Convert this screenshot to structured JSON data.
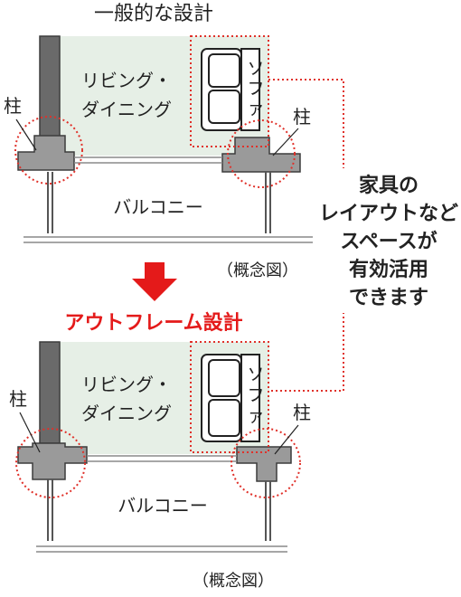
{
  "top": {
    "title": "一般的な設計",
    "room_line1": "リビング・",
    "room_line2": "ダイニング",
    "sofa_char1": "ソ",
    "sofa_char2": "フ",
    "sofa_char3": "ァ",
    "pillar_left": "柱",
    "pillar_right": "柱",
    "balcony": "バルコニー",
    "caption": "（概念図）"
  },
  "bottom": {
    "title": "アウトフレーム設計",
    "room_line1": "リビング・",
    "room_line2": "ダイニング",
    "sofa_char1": "ソ",
    "sofa_char2": "フ",
    "sofa_char3": "ァ",
    "pillar_left": "柱",
    "pillar_right": "柱",
    "balcony": "バルコニー",
    "caption": "（概念図）"
  },
  "callout": {
    "line1": "家具の",
    "line2": "レイアウトなど",
    "line3": "スペースが",
    "line4": "有効活用",
    "line5": "できます"
  },
  "colors": {
    "room_fill": "#e6efe6",
    "wall_dark": "#6a6a6a",
    "pillar_fill": "#9a9a9a",
    "accent_red": "#e41a1a",
    "dotted_red": "#e0312a",
    "text": "#222222"
  },
  "icons": [
    "down-arrow-icon",
    "sofa-icon"
  ]
}
